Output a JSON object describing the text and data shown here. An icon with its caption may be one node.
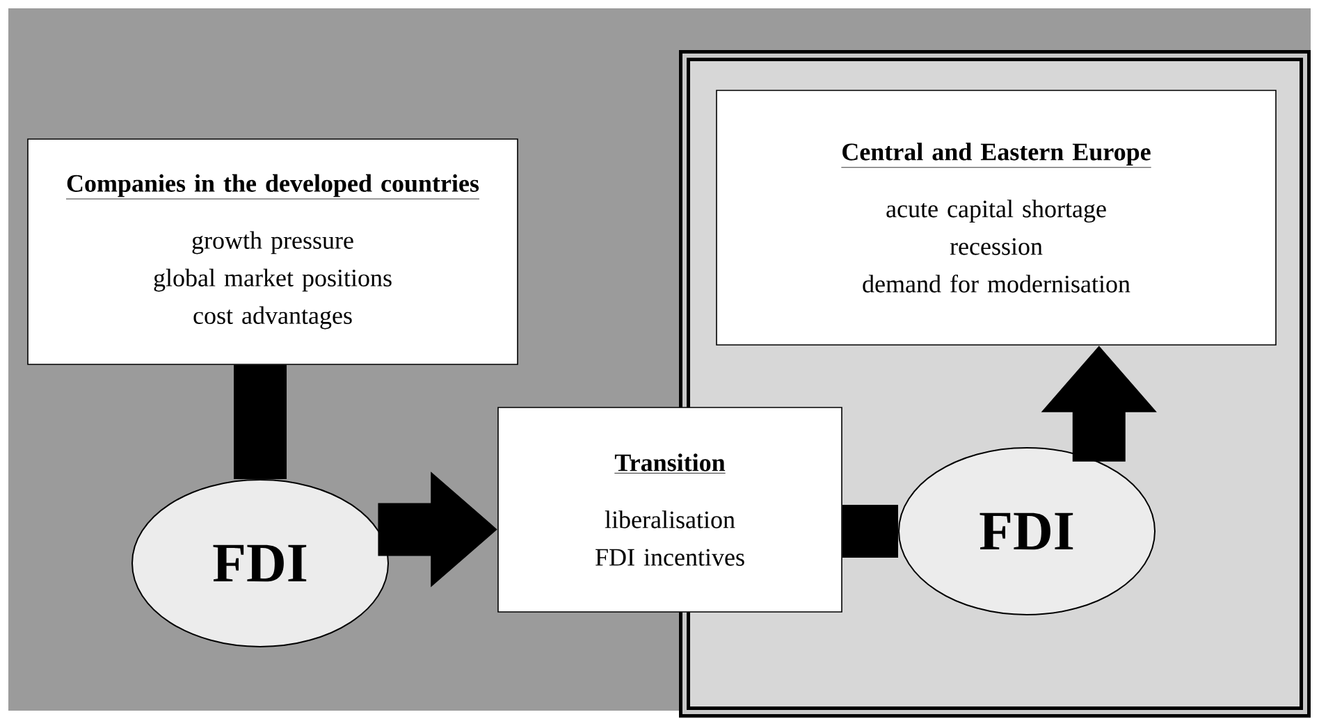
{
  "diagram": {
    "nodes": [
      {
        "text": [
          "Companies in the developed countries",
          "growth pressure",
          "global market positions",
          "cost advantages"
        ]
      },
      {
        "text": [
          "FDI"
        ]
      },
      {
        "text": [
          "Transition",
          "liberalisation",
          "FDI incentives"
        ]
      },
      {
        "text": [],
        "shape": "box"
      },
      {
        "text": [
          "Central and Eastern Europe",
          "acute capital shortage",
          "recession",
          "demand for modernisation"
        ],
        "in": 3
      },
      {
        "text": [
          "FDI"
        ],
        "in": 3
      }
    ],
    "edges": [
      {
        "from": 0,
        "to": 1,
        "arrow": "none"
      },
      {
        "from": 1,
        "to": 2,
        "arrow": "to"
      },
      {
        "from": 2,
        "to": 5,
        "arrow": "none"
      },
      {
        "from": 5,
        "to": 4,
        "arrow": "to"
      }
    ]
  }
}
